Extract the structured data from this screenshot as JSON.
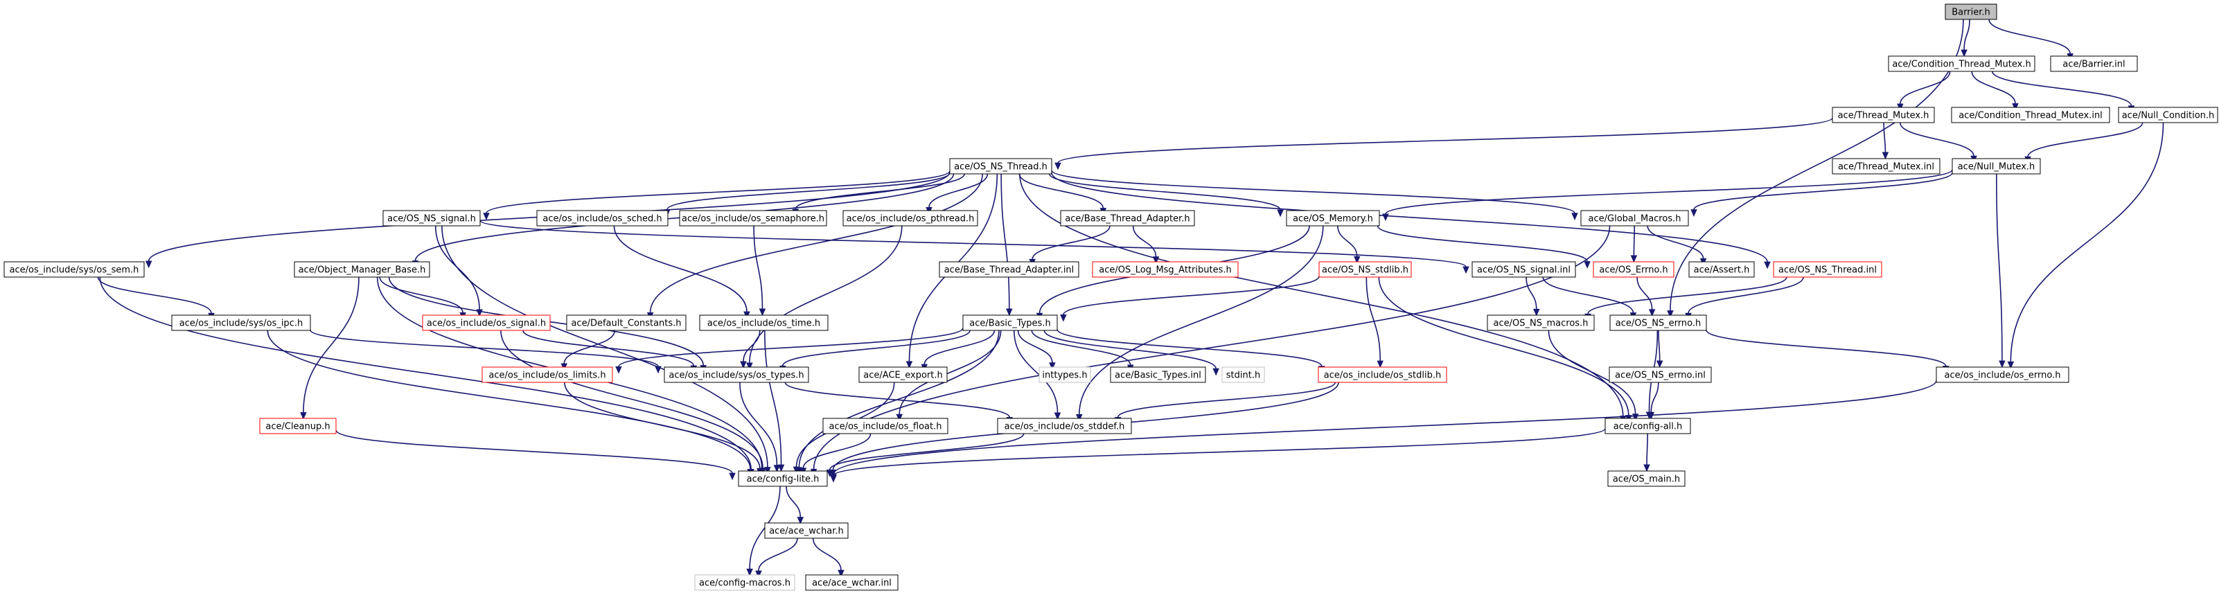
{
  "graph": {
    "colors": {
      "edge": "#191970",
      "node_border": "#000000",
      "missing_border": "#ff0000",
      "external_border": "#bfbfbf",
      "root_fill": "#bfbfbf"
    },
    "nodes": [
      {
        "id": "barrier_h",
        "label": "Barrier.h",
        "style": "root"
      },
      {
        "id": "cond_mutex_h",
        "label": "ace/Condition_Thread_Mutex.h",
        "style": "normal"
      },
      {
        "id": "barrier_inl",
        "label": "ace/Barrier.inl",
        "style": "normal"
      },
      {
        "id": "thread_mutex_h",
        "label": "ace/Thread_Mutex.h",
        "style": "normal"
      },
      {
        "id": "cond_mutex_inl",
        "label": "ace/Condition_Thread_Mutex.inl",
        "style": "normal"
      },
      {
        "id": "null_condition_h",
        "label": "ace/Null_Condition.h",
        "style": "normal"
      },
      {
        "id": "os_ns_thread_h",
        "label": "ace/OS_NS_Thread.h",
        "style": "normal"
      },
      {
        "id": "thread_mutex_inl",
        "label": "ace/Thread_Mutex.inl",
        "style": "normal"
      },
      {
        "id": "null_mutex_h",
        "label": "ace/Null_Mutex.h",
        "style": "normal"
      },
      {
        "id": "os_ns_signal_h",
        "label": "ace/OS_NS_signal.h",
        "style": "normal"
      },
      {
        "id": "os_sched_h",
        "label": "ace/os_include/os_sched.h",
        "style": "normal"
      },
      {
        "id": "os_semaphore_h",
        "label": "ace/os_include/os_semaphore.h",
        "style": "normal"
      },
      {
        "id": "os_pthread_h",
        "label": "ace/os_include/os_pthread.h",
        "style": "normal"
      },
      {
        "id": "base_thread_adapter_h",
        "label": "ace/Base_Thread_Adapter.h",
        "style": "normal"
      },
      {
        "id": "os_memory_h",
        "label": "ace/OS_Memory.h",
        "style": "normal"
      },
      {
        "id": "global_macros_h",
        "label": "ace/Global_Macros.h",
        "style": "normal"
      },
      {
        "id": "os_ns_thread_inl",
        "label": "ace/OS_NS_Thread.inl",
        "style": "red"
      },
      {
        "id": "sys_os_sem_h",
        "label": "ace/os_include/sys/os_sem.h",
        "style": "normal"
      },
      {
        "id": "object_manager_base_h",
        "label": "ace/Object_Manager_Base.h",
        "style": "normal"
      },
      {
        "id": "base_thread_adapter_inl",
        "label": "ace/Base_Thread_Adapter.inl",
        "style": "normal"
      },
      {
        "id": "os_log_msg_attributes_h",
        "label": "ace/OS_Log_Msg_Attributes.h",
        "style": "red"
      },
      {
        "id": "os_ns_stdlib_h",
        "label": "ace/OS_NS_stdlib.h",
        "style": "red"
      },
      {
        "id": "os_ns_signal_inl",
        "label": "ace/OS_NS_signal.inl",
        "style": "normal"
      },
      {
        "id": "os_errno_h",
        "label": "ace/OS_Errno.h",
        "style": "red"
      },
      {
        "id": "assert_h",
        "label": "ace/Assert.h",
        "style": "normal"
      },
      {
        "id": "sys_os_ipc_h",
        "label": "ace/os_include/sys/os_ipc.h",
        "style": "normal"
      },
      {
        "id": "os_signal_h",
        "label": "ace/os_include/os_signal.h",
        "style": "red"
      },
      {
        "id": "default_constants_h",
        "label": "ace/Default_Constants.h",
        "style": "normal"
      },
      {
        "id": "os_time_h",
        "label": "ace/os_include/os_time.h",
        "style": "normal"
      },
      {
        "id": "basic_types_h",
        "label": "ace/Basic_Types.h",
        "style": "normal"
      },
      {
        "id": "os_ns_macros_h",
        "label": "ace/OS_NS_macros.h",
        "style": "normal"
      },
      {
        "id": "os_ns_errno_h",
        "label": "ace/OS_NS_errno.h",
        "style": "normal"
      },
      {
        "id": "os_limits_h",
        "label": "ace/os_include/os_limits.h",
        "style": "red"
      },
      {
        "id": "sys_os_types_h",
        "label": "ace/os_include/sys/os_types.h",
        "style": "normal"
      },
      {
        "id": "ace_export_h",
        "label": "ace/ACE_export.h",
        "style": "normal"
      },
      {
        "id": "inttypes_h",
        "label": "inttypes.h",
        "style": "gray"
      },
      {
        "id": "basic_types_inl",
        "label": "ace/Basic_Types.inl",
        "style": "normal"
      },
      {
        "id": "stdint_h",
        "label": "stdint.h",
        "style": "gray"
      },
      {
        "id": "os_stdlib_h",
        "label": "ace/os_include/os_stdlib.h",
        "style": "red"
      },
      {
        "id": "os_ns_errno_inl",
        "label": "ace/OS_NS_errno.inl",
        "style": "normal"
      },
      {
        "id": "os_errno_inc_h",
        "label": "ace/os_include/os_errno.h",
        "style": "normal"
      },
      {
        "id": "cleanup_h",
        "label": "ace/Cleanup.h",
        "style": "red"
      },
      {
        "id": "os_float_h",
        "label": "ace/os_include/os_float.h",
        "style": "normal"
      },
      {
        "id": "os_stddef_h",
        "label": "ace/os_include/os_stddef.h",
        "style": "normal"
      },
      {
        "id": "config_all_h",
        "label": "ace/config-all.h",
        "style": "normal"
      },
      {
        "id": "config_lite_h",
        "label": "ace/config-lite.h",
        "style": "normal"
      },
      {
        "id": "os_main_h",
        "label": "ace/OS_main.h",
        "style": "normal"
      },
      {
        "id": "ace_wchar_h",
        "label": "ace/ace_wchar.h",
        "style": "normal"
      },
      {
        "id": "config_macros_h",
        "label": "ace/config-macros.h",
        "style": "gray"
      },
      {
        "id": "ace_wchar_inl",
        "label": "ace/ace_wchar.inl",
        "style": "normal"
      }
    ],
    "edges": [
      [
        "barrier_h",
        "cond_mutex_h"
      ],
      [
        "barrier_h",
        "barrier_inl"
      ],
      [
        "barrier_h",
        "os_ns_errno_h"
      ],
      [
        "cond_mutex_h",
        "thread_mutex_h"
      ],
      [
        "cond_mutex_h",
        "cond_mutex_inl"
      ],
      [
        "cond_mutex_h",
        "null_condition_h"
      ],
      [
        "thread_mutex_h",
        "os_ns_thread_h"
      ],
      [
        "thread_mutex_h",
        "thread_mutex_inl"
      ],
      [
        "thread_mutex_h",
        "null_mutex_h"
      ],
      [
        "null_condition_h",
        "null_mutex_h"
      ],
      [
        "null_condition_h",
        "os_errno_inc_h"
      ],
      [
        "null_mutex_h",
        "global_macros_h"
      ],
      [
        "null_mutex_h",
        "os_memory_h"
      ],
      [
        "null_mutex_h",
        "os_errno_inc_h"
      ],
      [
        "os_ns_thread_h",
        "os_ns_signal_h"
      ],
      [
        "os_ns_thread_h",
        "os_sched_h"
      ],
      [
        "os_ns_thread_h",
        "os_semaphore_h"
      ],
      [
        "os_ns_thread_h",
        "os_pthread_h"
      ],
      [
        "os_ns_thread_h",
        "base_thread_adapter_h"
      ],
      [
        "os_ns_thread_h",
        "os_memory_h"
      ],
      [
        "os_ns_thread_h",
        "global_macros_h"
      ],
      [
        "os_ns_thread_h",
        "os_ns_thread_inl"
      ],
      [
        "os_ns_thread_h",
        "sys_os_sem_h"
      ],
      [
        "os_ns_thread_h",
        "object_manager_base_h"
      ],
      [
        "os_ns_thread_h",
        "default_constants_h"
      ],
      [
        "os_ns_thread_h",
        "basic_types_h"
      ],
      [
        "os_ns_thread_h",
        "ace_export_h"
      ],
      [
        "os_ns_thread_h",
        "config_all_h"
      ],
      [
        "os_ns_signal_h",
        "os_signal_h"
      ],
      [
        "os_ns_signal_h",
        "os_ns_signal_inl"
      ],
      [
        "os_ns_signal_h",
        "config_lite_h"
      ],
      [
        "os_sched_h",
        "os_time_h"
      ],
      [
        "os_semaphore_h",
        "os_time_h"
      ],
      [
        "os_pthread_h",
        "sys_os_types_h"
      ],
      [
        "base_thread_adapter_h",
        "base_thread_adapter_inl"
      ],
      [
        "base_thread_adapter_h",
        "os_log_msg_attributes_h"
      ],
      [
        "os_memory_h",
        "os_ns_stdlib_h"
      ],
      [
        "os_memory_h",
        "os_errno_h"
      ],
      [
        "os_memory_h",
        "basic_types_h"
      ],
      [
        "os_memory_h",
        "os_stddef_h"
      ],
      [
        "global_macros_h",
        "os_errno_h"
      ],
      [
        "global_macros_h",
        "assert_h"
      ],
      [
        "global_macros_h",
        "config_lite_h"
      ],
      [
        "os_ns_thread_inl",
        "os_ns_errno_h"
      ],
      [
        "os_ns_thread_inl",
        "os_ns_macros_h"
      ],
      [
        "sys_os_sem_h",
        "sys_os_ipc_h"
      ],
      [
        "sys_os_sem_h",
        "config_lite_h"
      ],
      [
        "object_manager_base_h",
        "os_signal_h"
      ],
      [
        "object_manager_base_h",
        "cleanup_h"
      ],
      [
        "object_manager_base_h",
        "sys_os_types_h"
      ],
      [
        "object_manager_base_h",
        "config_lite_h"
      ],
      [
        "os_ns_stdlib_h",
        "basic_types_h"
      ],
      [
        "os_ns_stdlib_h",
        "os_stdlib_h"
      ],
      [
        "os_ns_stdlib_h",
        "config_all_h"
      ],
      [
        "os_ns_signal_inl",
        "os_ns_macros_h"
      ],
      [
        "os_ns_signal_inl",
        "os_ns_errno_h"
      ],
      [
        "os_errno_h",
        "os_ns_errno_h"
      ],
      [
        "sys_os_ipc_h",
        "sys_os_types_h"
      ],
      [
        "sys_os_ipc_h",
        "config_lite_h"
      ],
      [
        "os_signal_h",
        "sys_os_types_h"
      ],
      [
        "os_signal_h",
        "config_lite_h"
      ],
      [
        "default_constants_h",
        "os_limits_h"
      ],
      [
        "os_time_h",
        "sys_os_types_h"
      ],
      [
        "os_time_h",
        "config_lite_h"
      ],
      [
        "basic_types_h",
        "os_limits_h"
      ],
      [
        "basic_types_h",
        "sys_os_types_h"
      ],
      [
        "basic_types_h",
        "ace_export_h"
      ],
      [
        "basic_types_h",
        "inttypes_h"
      ],
      [
        "basic_types_h",
        "basic_types_inl"
      ],
      [
        "basic_types_h",
        "stdint_h"
      ],
      [
        "basic_types_h",
        "os_stdlib_h"
      ],
      [
        "basic_types_h",
        "os_float_h"
      ],
      [
        "basic_types_h",
        "os_stddef_h"
      ],
      [
        "basic_types_h",
        "config_lite_h"
      ],
      [
        "os_ns_macros_h",
        "config_all_h"
      ],
      [
        "os_ns_errno_h",
        "os_ns_errno_inl"
      ],
      [
        "os_ns_errno_h",
        "os_errno_inc_h"
      ],
      [
        "os_ns_errno_h",
        "config_all_h"
      ],
      [
        "os_limits_h",
        "config_lite_h"
      ],
      [
        "sys_os_types_h",
        "os_stddef_h"
      ],
      [
        "sys_os_types_h",
        "config_lite_h"
      ],
      [
        "ace_export_h",
        "config_lite_h"
      ],
      [
        "os_stdlib_h",
        "os_stddef_h"
      ],
      [
        "os_stdlib_h",
        "config_lite_h"
      ],
      [
        "os_ns_errno_inl",
        "config_all_h"
      ],
      [
        "os_errno_inc_h",
        "config_lite_h"
      ],
      [
        "cleanup_h",
        "config_lite_h"
      ],
      [
        "os_float_h",
        "config_lite_h"
      ],
      [
        "os_stddef_h",
        "config_lite_h"
      ],
      [
        "config_all_h",
        "config_lite_h"
      ],
      [
        "config_all_h",
        "os_main_h"
      ],
      [
        "config_lite_h",
        "ace_wchar_h"
      ],
      [
        "config_lite_h",
        "config_macros_h"
      ],
      [
        "ace_wchar_h",
        "config_macros_h"
      ],
      [
        "ace_wchar_h",
        "ace_wchar_inl"
      ]
    ]
  }
}
